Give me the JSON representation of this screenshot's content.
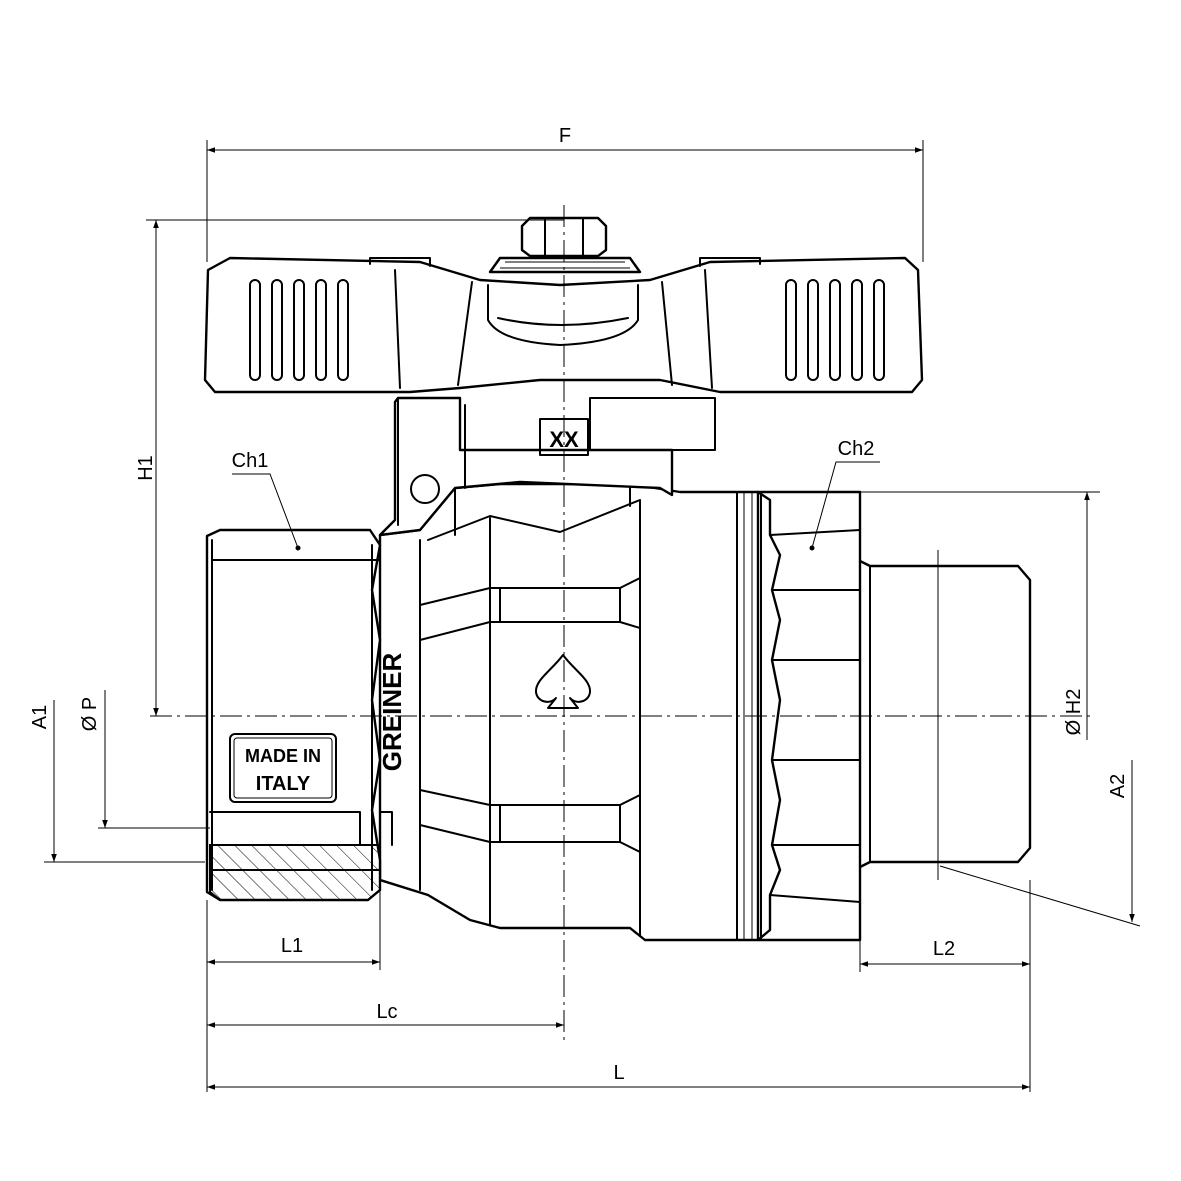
{
  "dimensions": {
    "F": "F",
    "H1": "H1",
    "Ch1": "Ch1",
    "Ch2": "Ch2",
    "A1": "A1",
    "P": "Ø P",
    "H2": "Ø H2",
    "A2": "A2",
    "L1": "L1",
    "L2": "L2",
    "Lc": "Lc",
    "L": "L"
  },
  "markings": {
    "xx": "XX",
    "brand": "GREINER",
    "origin_line1": "MADE IN",
    "origin_line2": "ITALY"
  }
}
